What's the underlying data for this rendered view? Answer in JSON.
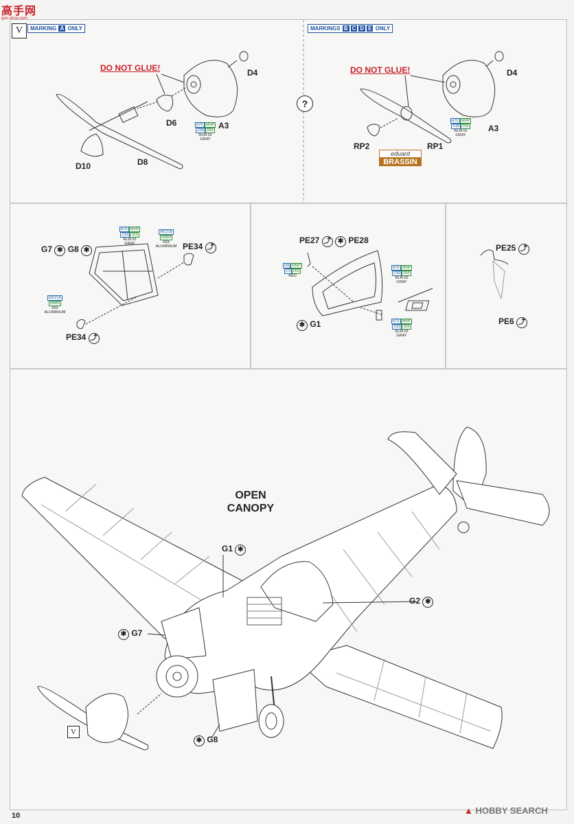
{
  "corner_logo": {
    "text": "高手网",
    "url": "gao-shou.com"
  },
  "step_marker": "V",
  "panel_a": {
    "marking": {
      "prefix": "MARKING",
      "keys": [
        "A"
      ],
      "suffix": "ONLY"
    },
    "warning": "DO NOT GLUE!",
    "parts": {
      "d4": "D4",
      "d6": "D6",
      "a3": "A3",
      "d10": "D10",
      "d8": "D8"
    },
    "paint": {
      "h": "H70",
      "mmp": "MMP",
      "c": "C60",
      "code": "056",
      "name1": "RLM 02",
      "name2": "GRAY"
    }
  },
  "panel_b": {
    "marking": {
      "prefix": "MARKINGS",
      "keys": [
        "B",
        "C",
        "D",
        "E"
      ],
      "suffix": "ONLY"
    },
    "warning": "DO NOT GLUE!",
    "question": "?",
    "parts": {
      "d4": "D4",
      "a3": "A3",
      "rp1": "RP1",
      "rp2": "RP2"
    },
    "paint": {
      "h": "H70",
      "mmp": "MMP",
      "c": "C60",
      "code": "056",
      "name1": "RLM 02",
      "name2": "GRAY"
    },
    "brand": {
      "top": "eduard",
      "bottom": "BRASSIN"
    }
  },
  "panel_c": {
    "parts": {
      "g7": "G7",
      "g8": "G8",
      "pe34_top": "PE34",
      "pe34_bottom": "PE34"
    },
    "paint_a": {
      "h": "H70",
      "mmp": "MMP",
      "c": "C60",
      "code": "056",
      "name1": "RLM 02",
      "name2": "GRAY"
    },
    "paint_b": {
      "mc": "MC218",
      "mmm": "MMM",
      "code": "003",
      "name": "ALUMINIUM"
    },
    "paint_c": {
      "mc": "MC218",
      "mmm": "MMM",
      "code": "003",
      "name": "ALUMINIUM"
    }
  },
  "panel_d": {
    "parts": {
      "pe27": "PE27",
      "pe28": "PE28",
      "g1": "G1"
    },
    "paint_red": {
      "h": "H3",
      "mmp": "MMP",
      "c": "C3",
      "code": "003",
      "name": "RED"
    },
    "paint_a": {
      "h": "H70",
      "mmp": "MMP",
      "c": "C60",
      "code": "056",
      "name1": "RLM 02",
      "name2": "GRAY"
    },
    "paint_b": {
      "h": "H70",
      "mmp": "MMP",
      "c": "C60",
      "code": "056",
      "name1": "RLM 02",
      "name2": "GRAY"
    }
  },
  "panel_e": {
    "parts": {
      "pe25": "PE25",
      "pe6": "PE6"
    }
  },
  "main": {
    "title_line1": "OPEN",
    "title_line2": "CANOPY",
    "parts": {
      "g1": "G1",
      "g2": "G2",
      "g7": "G7",
      "g8": "G8"
    },
    "step_ref": "V"
  },
  "footer": {
    "page_number": "10",
    "watermark": "HOBBY SEARCH"
  },
  "colors": {
    "warning": "#c8202a",
    "paint_blue": "#2a6fb0",
    "paint_green": "#2f8f3f",
    "marking_blue": "#1d4fa0",
    "brassin_bg": "#b5731f"
  }
}
